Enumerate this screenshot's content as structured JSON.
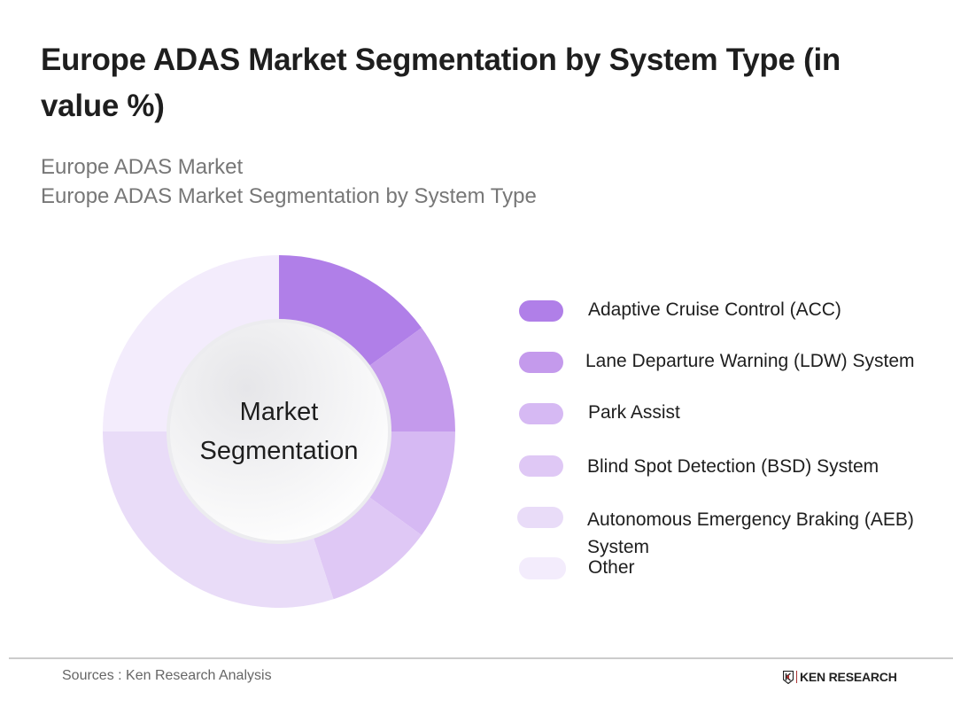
{
  "header": {
    "title": "Europe ADAS Market Segmentation by System Type (in value %)",
    "subtitle_line1": "Europe ADAS Market",
    "subtitle_line2": "Europe ADAS Market Segmentation by System Type"
  },
  "center_label": {
    "line1": "Market",
    "line2": "Segmentation"
  },
  "legend": {
    "items": [
      {
        "label": "Adaptive Cruise Control (ACC)",
        "color": "#b07fe8"
      },
      {
        "label": "Lane Departure Warning (LDW) System",
        "color": "#c49aec"
      },
      {
        "label": "Park Assist",
        "color": "#d6b9f3"
      },
      {
        "label": "Blind Spot Detection (BSD) System",
        "color": "#dfc8f5"
      },
      {
        "label": "Autonomous Emergency Braking (AEB) System",
        "color": "#e9dcf8"
      },
      {
        "label": "Other",
        "color": "#f3ecfc"
      }
    ]
  },
  "footer": {
    "source": "Sources : Ken Research Analysis",
    "logo_text": "KEN RESEARCH",
    "logo_icon": "ken-research-shield-logo"
  },
  "chart_data": {
    "type": "pie",
    "variant": "donut",
    "title": "Europe ADAS Market Segmentation by System Type (in value %)",
    "subtitle": "Europe ADAS Market / Europe ADAS Market Segmentation by System Type",
    "center_text": "Market Segmentation",
    "categories": [
      "Adaptive Cruise Control (ACC)",
      "Lane Departure Warning (LDW) System",
      "Park Assist",
      "Blind Spot Detection (BSD) System",
      "Autonomous Emergency Braking (AEB) System",
      "Other"
    ],
    "values": [
      15,
      10,
      10,
      10,
      30,
      25
    ],
    "unit": "%",
    "colors": [
      "#b07fe8",
      "#c49aec",
      "#d6b9f3",
      "#dfc8f5",
      "#e9dcf8",
      "#f3ecfc"
    ],
    "start_angle": "12 o'clock",
    "direction": "clockwise",
    "legend_position": "right",
    "data_labels": false,
    "source": "Sources : Ken Research Analysis"
  }
}
